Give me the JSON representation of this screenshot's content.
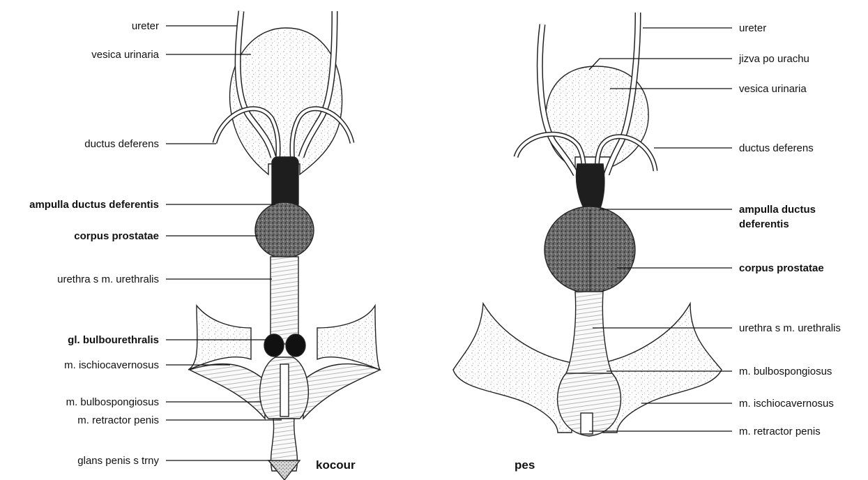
{
  "left_panel": {
    "caption": "kocour",
    "labels": {
      "ureter": "ureter",
      "vesica": "vesica urinaria",
      "ductus": "ductus deferens",
      "ampulla": "ampulla ductus deferentis",
      "prostata": "corpus prostatae",
      "urethra": "urethra s m. urethralis",
      "bulbo": "gl. bulbourethralis",
      "ischio": "m. ischiocavernosus",
      "bulbosp": "m. bulbospongiosus",
      "retractor": "m. retractor penis",
      "glans": "glans penis s trny"
    }
  },
  "right_panel": {
    "caption": "pes",
    "labels": {
      "ureter": "ureter",
      "jizva": "jizva po urachu",
      "vesica": "vesica urinaria",
      "ductus": "ductus deferens",
      "ampulla_1": "ampulla ductus",
      "ampulla_2": "deferentis",
      "prostata": "corpus prostatae",
      "urethra": "urethra s m. urethralis",
      "bulbosp": "m. bulbospongiosus",
      "ischio": "m. ischiocavernosus",
      "retractor": "m. retractor penis"
    }
  }
}
